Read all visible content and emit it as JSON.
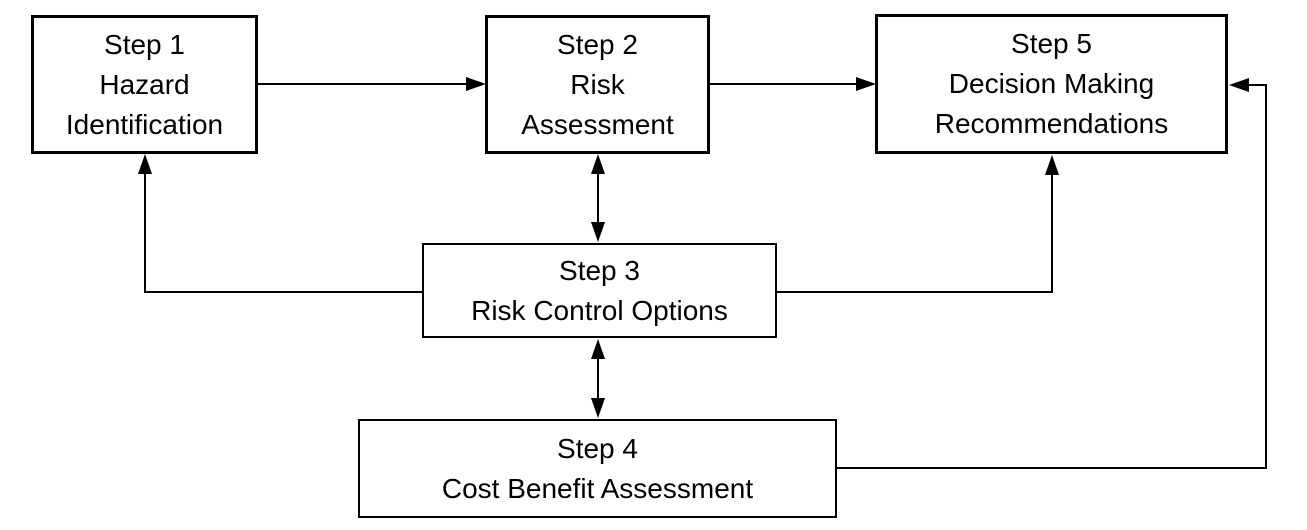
{
  "colors": {
    "background": "#ffffff",
    "line": "#000000",
    "text": "#000000"
  },
  "boxes": [
    {
      "name": "step-1",
      "lines": [
        "Step 1",
        "Hazard",
        "Identification"
      ]
    },
    {
      "name": "step-2",
      "lines": [
        "Step 2",
        "Risk",
        "Assessment"
      ]
    },
    {
      "name": "step-3",
      "lines": [
        "Step 3",
        "Risk Control Options"
      ]
    },
    {
      "name": "step-4",
      "lines": [
        "Step 4",
        "Cost Benefit Assessment"
      ]
    },
    {
      "name": "step-5",
      "lines": [
        "Step 5",
        "Decision Making",
        "Recommendations"
      ]
    }
  ],
  "connections": [
    {
      "from": "Step 1",
      "to": "Step 2",
      "type": "one-way"
    },
    {
      "from": "Step 2",
      "to": "Step 5",
      "type": "one-way"
    },
    {
      "from": "Step 2",
      "to": "Step 3",
      "type": "two-way"
    },
    {
      "from": "Step 3",
      "to": "Step 1",
      "type": "one-way"
    },
    {
      "from": "Step 3",
      "to": "Step 5",
      "type": "one-way"
    },
    {
      "from": "Step 3",
      "to": "Step 4",
      "type": "two-way"
    },
    {
      "from": "Step 4",
      "to": "Step 5",
      "type": "one-way"
    }
  ]
}
